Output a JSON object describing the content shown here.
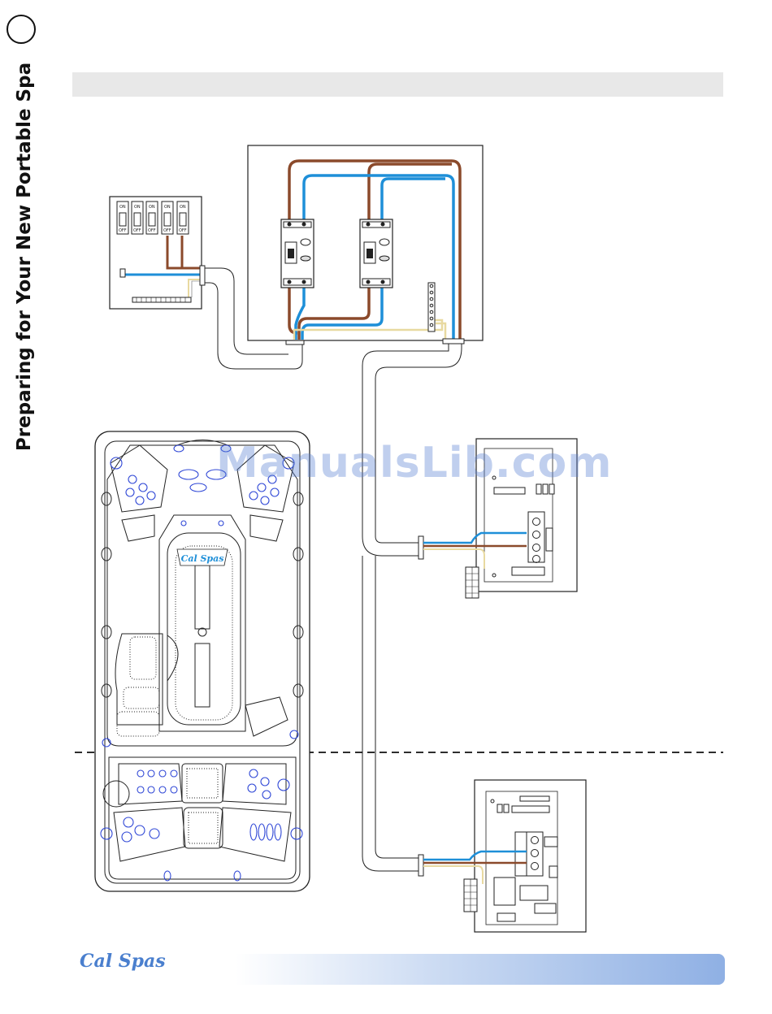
{
  "side_title": "Preparing for Your New Portable Spa",
  "watermark": "ManualsLib.com",
  "footer": {
    "brand_logo": "Cal Spas"
  },
  "tub_logo": "Cal Spas",
  "breaker_panel": {
    "switch_on_label": "ON",
    "switch_off_label": "OFF",
    "switch_count": 5
  },
  "wire_colors": {
    "brown": "#8B4A2B",
    "blue": "#1E8FD8",
    "ground": "#E8D9A0",
    "jet": "#2F47D6"
  }
}
